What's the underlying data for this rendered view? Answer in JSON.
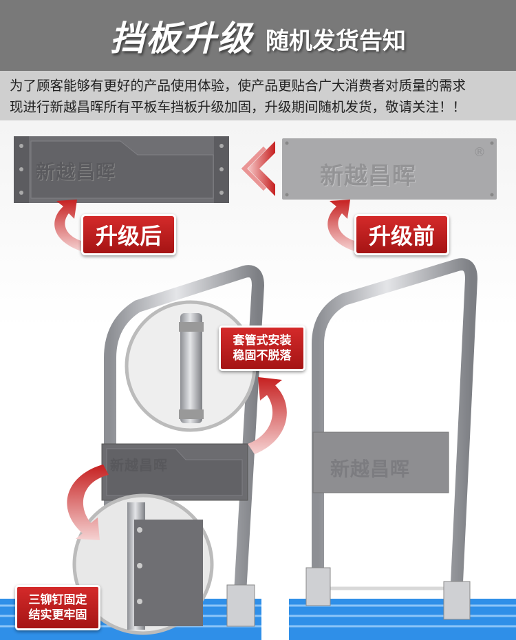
{
  "header": {
    "title": "挡板升级",
    "subtitle": "随机发货告知"
  },
  "notice": {
    "line1": "为了顾客能够有更好的产品使用体验，使产品更贴合广大消费者对质量的需求",
    "line2": "现进行新越昌晖所有平板车挡板升级加固，升级期间随机发货，敬请关注！！"
  },
  "labels": {
    "after": "升级后",
    "before": "升级前"
  },
  "brand": {
    "name": "新越昌晖",
    "registered": "®"
  },
  "callouts": {
    "sleeve": [
      "套管式安装",
      "稳固不脱落"
    ],
    "rivets": [
      "三铆钉固定",
      "结实更牢固"
    ]
  },
  "colors": {
    "header": "#797979",
    "notice": "#cfcfcf",
    "tag_red": "#c21f1f",
    "board_new": "#6e6e72",
    "board_old": "#a9a9ab",
    "base_blue": "#2f8fe8"
  }
}
